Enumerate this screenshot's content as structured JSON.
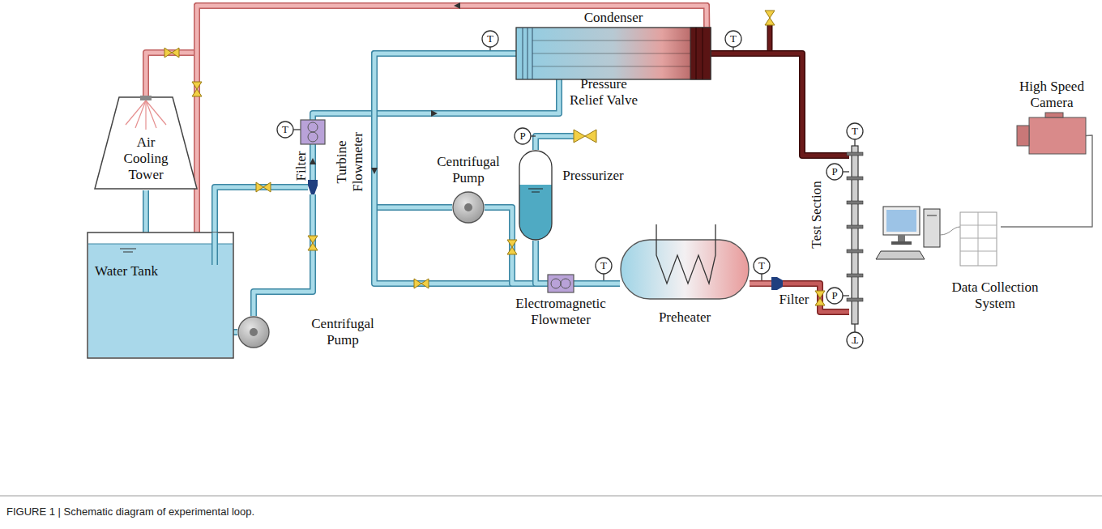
{
  "diagram": {
    "caption": "FIGURE 1 | Schematic diagram of experimental loop.",
    "nodes": [
      {
        "text": [
          "Air Cooling Tower"
        ]
      },
      {
        "text": [
          "Water Tank"
        ]
      },
      {
        "text": [
          "Centrifugal Pump"
        ]
      },
      {
        "text": [
          "Filter"
        ]
      },
      {
        "text": [
          "Turbine Flowmeter"
        ]
      },
      {
        "text": [
          "Condenser"
        ]
      },
      {
        "text": [
          "Centrifugal Pump"
        ]
      },
      {
        "text": [
          "Pressure Relief Valve"
        ]
      },
      {
        "text": [
          "Pressurizer"
        ]
      },
      {
        "text": [
          "Electromagnetic Flowmeter"
        ]
      },
      {
        "text": [
          "Preheater"
        ]
      },
      {
        "text": [
          "Filter"
        ]
      },
      {
        "text": [
          "Test Section"
        ]
      },
      {
        "text": [
          "High Speed Camera"
        ]
      },
      {
        "text": [
          "Data Collection System"
        ]
      }
    ],
    "edges": [
      {
        "from": 2,
        "to": 3,
        "arrow": "none"
      },
      {
        "from": 1,
        "to": 2,
        "arrow": "none"
      },
      {
        "from": 1,
        "to": 3,
        "arrow": "none"
      },
      {
        "from": 3,
        "to": 4,
        "arrow": "none"
      },
      {
        "from": 4,
        "to": 5,
        "arrow": "none"
      },
      {
        "from": 5,
        "to": 0,
        "arrow": "none"
      },
      {
        "from": 5,
        "to": 1,
        "arrow": "none"
      },
      {
        "from": 0,
        "to": 1,
        "arrow": "none"
      },
      {
        "from": 5,
        "to": 6,
        "arrow": "none"
      },
      {
        "from": 5,
        "to": 9,
        "arrow": "none"
      },
      {
        "from": 6,
        "to": 9,
        "arrow": "none"
      },
      {
        "from": 8,
        "to": 9,
        "arrow": "none"
      },
      {
        "from": 7,
        "to": 8,
        "arrow": "none"
      },
      {
        "from": 9,
        "to": 10,
        "arrow": "none"
      },
      {
        "from": 10,
        "to": 11,
        "arrow": "none"
      },
      {
        "from": 11,
        "to": 12,
        "arrow": "none"
      },
      {
        "from": 12,
        "to": 5,
        "arrow": "none"
      },
      {
        "from": 13,
        "to": 14,
        "arrow": "none"
      }
    ],
    "labels": [
      "T",
      "T",
      "T",
      "T",
      "T",
      "T",
      "T",
      "P",
      "P",
      "P"
    ]
  }
}
